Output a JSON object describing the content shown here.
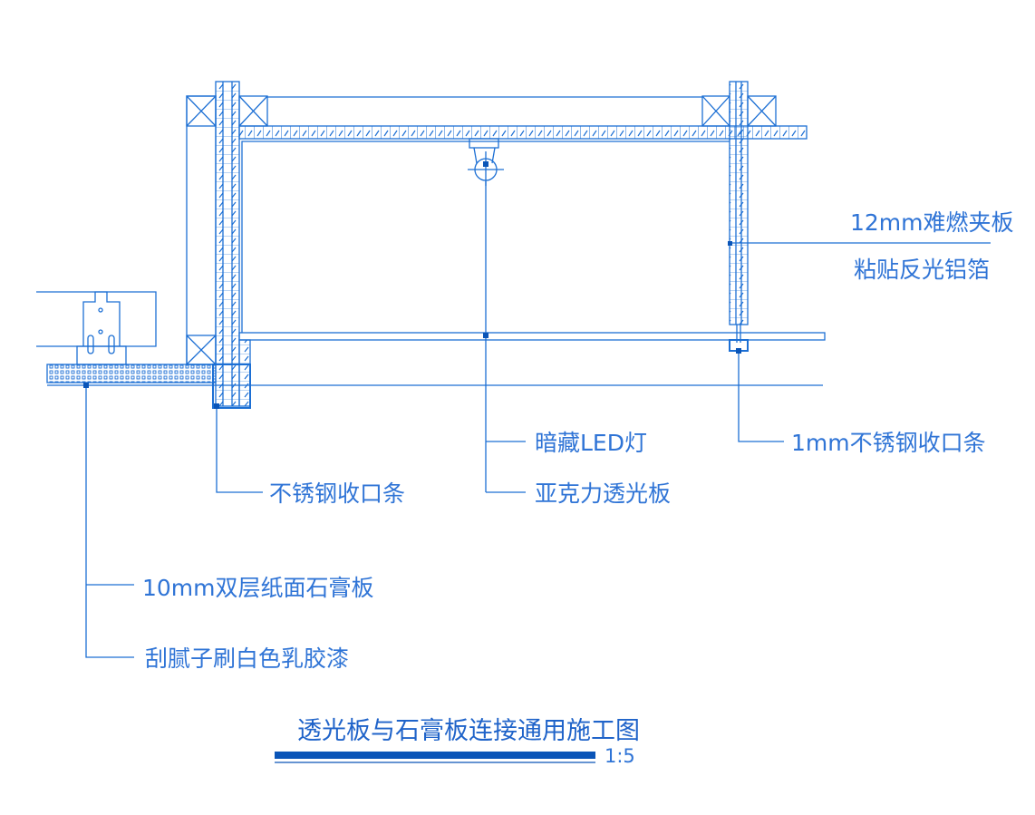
{
  "drawing": {
    "title": "透光板与石膏板连接通用施工图",
    "scale": "1:5",
    "line_color": "#1c6fd4",
    "title_bar_color": "#0a55b8",
    "labels": {
      "panel_12mm": "12mm难燃夹板",
      "aluminum_foil": "粘贴反光铝箔",
      "hidden_led": "暗藏LED灯",
      "acrylic_panel": "亚克力透光板",
      "steel_trim_1mm": "1mm不锈钢收口条",
      "steel_trim": "不锈钢收口条",
      "gypsum_board": "10mm双层纸面石膏板",
      "latex_paint": "刮腻子刷白色乳胶漆"
    }
  }
}
